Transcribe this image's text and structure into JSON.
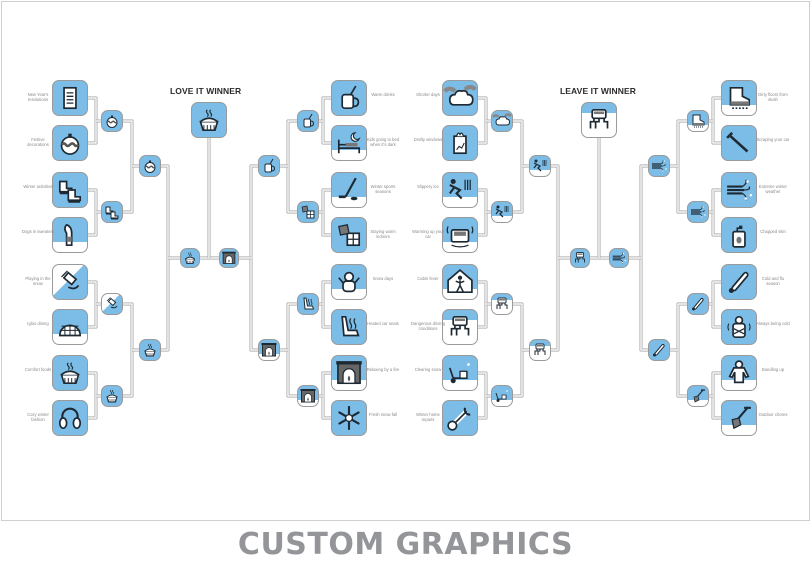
{
  "footer": {
    "title": "CUSTOM GRAPHICS"
  },
  "colors": {
    "accent_blue": "#7cbde8",
    "wire": "#b5b5b5",
    "stroke": "#1e2a33",
    "label": "#8a8a8a",
    "footer": "#939598"
  },
  "brackets": [
    {
      "id": "love",
      "winner_title": "LOVE IT WINNER",
      "winner": {
        "icon": "pie-icon"
      },
      "final_left": {
        "icon": "pie-icon"
      },
      "final_right": {
        "icon": "fireplace-icon"
      },
      "left": {
        "entries": [
          {
            "label": "New Year's resolutions",
            "icon": "scroll-icon",
            "style": "full"
          },
          {
            "label": "Festive decorations",
            "icon": "ornament-icon",
            "style": "full"
          },
          {
            "label": "Winter activities",
            "icon": "ice-skates-icon",
            "style": "full"
          },
          {
            "label": "Dogs in sweaters",
            "icon": "dog-sweater-icon",
            "style": "split-bottom"
          },
          {
            "label": "Playing in the snow",
            "icon": "sled-icon",
            "style": "split-diag"
          },
          {
            "label": "Igloo dining",
            "icon": "igloo-icon",
            "style": "split-bottom"
          },
          {
            "label": "Comfort foods",
            "icon": "pie-icon",
            "style": "full"
          },
          {
            "label": "Cozy winter fashion",
            "icon": "earmuffs-icon",
            "style": "full"
          }
        ],
        "round2": [
          {
            "icon": "ornament-icon",
            "style": "full"
          },
          {
            "icon": "ice-skates-icon",
            "style": "full"
          },
          {
            "icon": "sled-icon",
            "style": "split-diag"
          },
          {
            "icon": "pie-icon",
            "style": "full"
          }
        ],
        "round3": [
          {
            "icon": "ornament-icon",
            "style": "full"
          },
          {
            "icon": "pie-icon",
            "style": "full"
          }
        ]
      },
      "right": {
        "entries": [
          {
            "label": "Warm drinks",
            "icon": "mug-icon",
            "style": "full"
          },
          {
            "label": "Kids going to bed when it's dark",
            "icon": "bed-moon-icon",
            "style": "split-bottom"
          },
          {
            "label": "Winter sports seasons",
            "icon": "hockey-stick-icon",
            "style": "split-bottom"
          },
          {
            "label": "Staying warm indoors",
            "icon": "puzzle-icon",
            "style": "full"
          },
          {
            "label": "Snow days",
            "icon": "snowman-icon",
            "style": "split-bottom"
          },
          {
            "label": "Heated car seats",
            "icon": "car-seat-icon",
            "style": "full"
          },
          {
            "label": "Relaxing by a fire",
            "icon": "fireplace-icon",
            "style": "split-bottom"
          },
          {
            "label": "Fresh snow fall",
            "icon": "snowflake-icon",
            "style": "full"
          }
        ],
        "round2": [
          {
            "icon": "mug-icon",
            "style": "full"
          },
          {
            "icon": "puzzle-icon",
            "style": "full"
          },
          {
            "icon": "car-seat-icon",
            "style": "full"
          },
          {
            "icon": "fireplace-icon",
            "style": "split-bottom"
          }
        ],
        "round3": [
          {
            "icon": "mug-icon",
            "style": "full"
          },
          {
            "icon": "fireplace-icon",
            "style": "split-bottom"
          }
        ]
      }
    },
    {
      "id": "leave",
      "winner_title": "LEAVE IT WINNER",
      "winner": {
        "icon": "skidding-car-icon"
      },
      "final_left": {
        "icon": "skidding-car-icon"
      },
      "final_right": {
        "icon": "wind-icon"
      },
      "left": {
        "entries": [
          {
            "label": "Shorter days",
            "icon": "cloud-icon",
            "style": "full"
          },
          {
            "label": "Drafty windows",
            "icon": "window-icon",
            "style": "full"
          },
          {
            "label": "Slippery ice",
            "icon": "slip-icon",
            "style": "split-bottom"
          },
          {
            "label": "Warming up your car",
            "icon": "car-front-icon",
            "style": "split-bottom"
          },
          {
            "label": "Cabin fever",
            "icon": "cabin-icon",
            "style": "split-bottom"
          },
          {
            "label": "Dangerous driving conditions",
            "icon": "skidding-car-icon",
            "style": "split-top"
          },
          {
            "label": "Clearing snow",
            "icon": "snowblower-icon",
            "style": "split-bottom"
          },
          {
            "label": "Winter home repairs",
            "icon": "wrench-icon",
            "style": "full"
          }
        ],
        "round2": [
          {
            "icon": "cloud-icon",
            "style": "full"
          },
          {
            "icon": "slip-icon",
            "style": "split-bottom"
          },
          {
            "icon": "skidding-car-icon",
            "style": "split-top"
          },
          {
            "icon": "snowblower-icon",
            "style": "split-bottom"
          }
        ],
        "round3": [
          {
            "icon": "slip-icon",
            "style": "split-bottom"
          },
          {
            "icon": "skidding-car-icon",
            "style": "split-top"
          }
        ]
      },
      "right": {
        "entries": [
          {
            "label": "Dirty floors from slush",
            "icon": "boot-icon",
            "style": "split-bottom"
          },
          {
            "label": "Scraping your car",
            "icon": "scraper-icon",
            "style": "full"
          },
          {
            "label": "Extreme winter weather",
            "icon": "wind-icon",
            "style": "full"
          },
          {
            "label": "Chapped skin",
            "icon": "lotion-icon",
            "style": "full"
          },
          {
            "label": "Cold and flu season",
            "icon": "thermometer-icon",
            "style": "full"
          },
          {
            "label": "Always being cold",
            "icon": "shivering-icon",
            "style": "full"
          },
          {
            "label": "Bundling up",
            "icon": "snowsuit-icon",
            "style": "split-bottom"
          },
          {
            "label": "Outdoor chores",
            "icon": "shovel-icon",
            "style": "split-bottom"
          }
        ],
        "round2": [
          {
            "icon": "boot-icon",
            "style": "split-bottom"
          },
          {
            "icon": "wind-icon",
            "style": "full"
          },
          {
            "icon": "thermometer-icon",
            "style": "full"
          },
          {
            "icon": "shovel-icon",
            "style": "split-bottom"
          }
        ],
        "round3": [
          {
            "icon": "wind-icon",
            "style": "full"
          },
          {
            "icon": "thermometer-icon",
            "style": "full"
          }
        ]
      }
    }
  ]
}
